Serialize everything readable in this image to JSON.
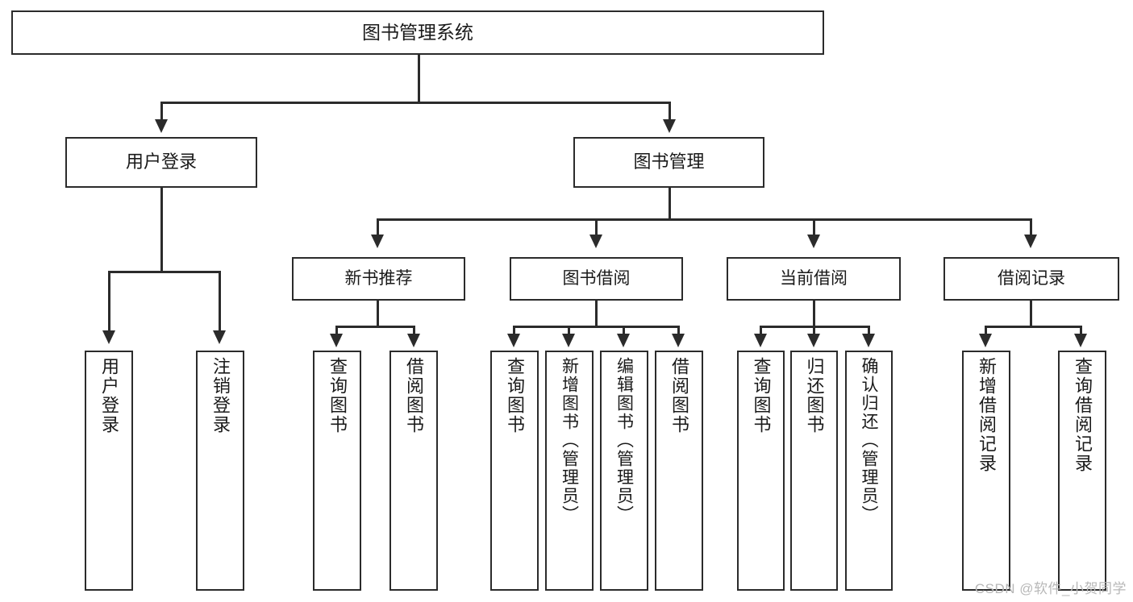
{
  "diagram": {
    "type": "tree-hierarchy",
    "title": "图书管理系统",
    "watermark": "CSDN @软件_小贺同学",
    "colors": {
      "stroke": "#2b2b2b",
      "fill": "#ffffff",
      "text": "#1a1a1a",
      "watermark": "#b8b8b8"
    },
    "root": {
      "label": "图书管理系统"
    },
    "level1": [
      {
        "label": "用户登录"
      },
      {
        "label": "图书管理"
      }
    ],
    "level2": [
      {
        "label": "新书推荐"
      },
      {
        "label": "图书借阅"
      },
      {
        "label": "当前借阅"
      },
      {
        "label": "借阅记录"
      }
    ],
    "leaves": {
      "user_login": [
        {
          "label": "用户登录"
        },
        {
          "label": "注销登录"
        }
      ],
      "new_book_recommend": [
        {
          "label": "查询图书"
        },
        {
          "label": "借阅图书"
        }
      ],
      "book_borrow": [
        {
          "label": "查询图书"
        },
        {
          "label": "新增图书（管理员）"
        },
        {
          "label": "编辑图书（管理员）"
        },
        {
          "label": "借阅图书"
        }
      ],
      "current_borrow": [
        {
          "label": "查询图书"
        },
        {
          "label": "归还图书"
        },
        {
          "label": "确认归还（管理员）"
        }
      ],
      "borrow_record": [
        {
          "label": "新增借阅记录"
        },
        {
          "label": "查询借阅记录"
        }
      ]
    }
  }
}
